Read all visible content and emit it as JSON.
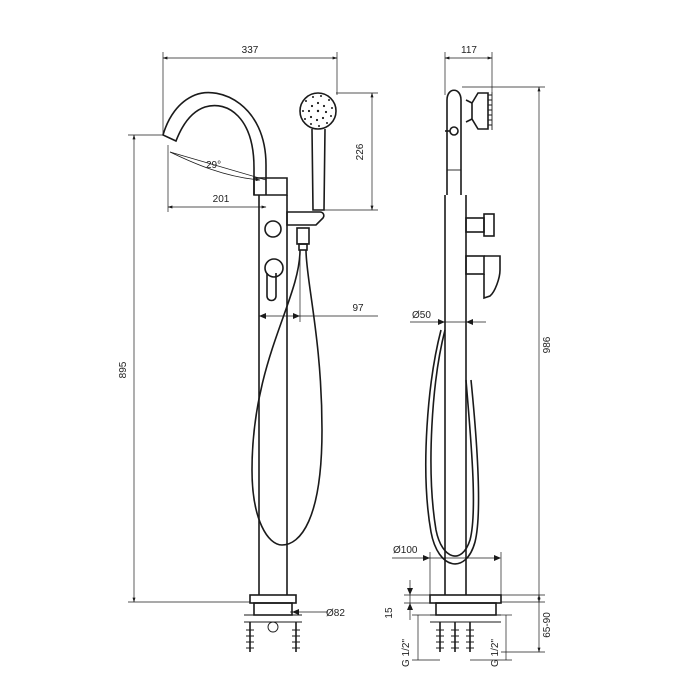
{
  "dimensions": {
    "width_top": "337",
    "spout_projection": "201",
    "spout_angle": "29°",
    "shower_height": "226",
    "hose_offset": "97",
    "height_front": "895",
    "base_diameter_front": "Ø82",
    "width_side": "117",
    "column_diameter": "Ø50",
    "height_side": "986",
    "base_diameter_side": "Ø100",
    "base_height": "15",
    "floor_gap": "65-90",
    "thread_left": "G 1/2\"",
    "thread_right": "G 1/2\""
  }
}
